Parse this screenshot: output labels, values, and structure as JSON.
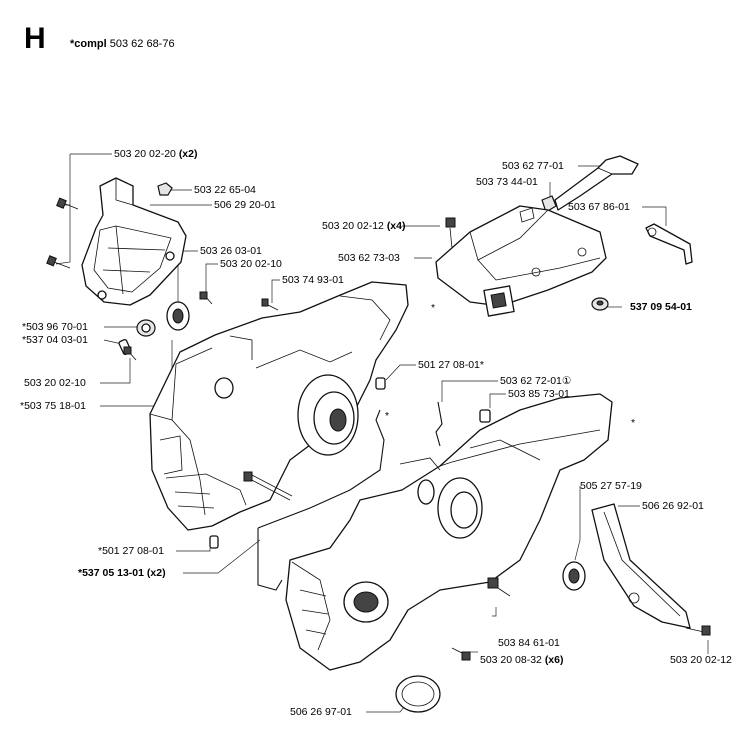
{
  "header": {
    "section_letter": "H",
    "assembly_prefix": "*compl",
    "assembly_number": "503 62 68-76"
  },
  "callouts": {
    "c01": {
      "text": "503 20 02-20",
      "suffix": "(x2)"
    },
    "c02": {
      "text": "503 22 65-04",
      "suffix": ""
    },
    "c03": {
      "text": "506 29 20-01",
      "suffix": ""
    },
    "c04": {
      "text": "503 26 03-01",
      "suffix": ""
    },
    "c05": {
      "text": "503 20 02-10",
      "suffix": ""
    },
    "c06": {
      "text": "503 74 93-01",
      "suffix": ""
    },
    "c07": {
      "text": "*503 96 70-01",
      "suffix": ""
    },
    "c08": {
      "text": "*537 04 03-01",
      "suffix": ""
    },
    "c09": {
      "text": "503 20 02-10",
      "suffix": ""
    },
    "c10": {
      "text": "*503 75 18-01",
      "suffix": ""
    },
    "c11": {
      "text": "503 62 77-01",
      "suffix": ""
    },
    "c12": {
      "text": "503 73 44-01",
      "suffix": ""
    },
    "c13": {
      "text": "503 67 86-01",
      "suffix": ""
    },
    "c14": {
      "text": "503 20 02-12",
      "suffix": "(x4)"
    },
    "c15": {
      "text": "503 62 73-03",
      "suffix": ""
    },
    "c16": {
      "text": "537 09 54-01",
      "suffix": ""
    },
    "c17": {
      "text": "501 27 08-01*",
      "suffix": ""
    },
    "c18": {
      "text": "503 62 72-01",
      "suffix": "①"
    },
    "c19": {
      "text": "503 85 73-01",
      "suffix": ""
    },
    "c20": {
      "text": "505 27 57-19",
      "suffix": ""
    },
    "c21": {
      "text": "506 26 92-01",
      "suffix": ""
    },
    "c22": {
      "text": "*501 27 08-01",
      "suffix": ""
    },
    "c23": {
      "text": "*537 05 13-01",
      "suffix": "(x2)"
    },
    "c24": {
      "text": "503 84 61-01",
      "suffix": ""
    },
    "c25": {
      "text": "503 20 08-32",
      "suffix": "(x6)"
    },
    "c26": {
      "text": "503 20 02-12",
      "suffix": ""
    },
    "c27": {
      "text": "506 26 97-01",
      "suffix": ""
    }
  },
  "asterisk_marks": {
    "a1": "*",
    "a2": "*",
    "a3": "*",
    "a4": "*"
  }
}
